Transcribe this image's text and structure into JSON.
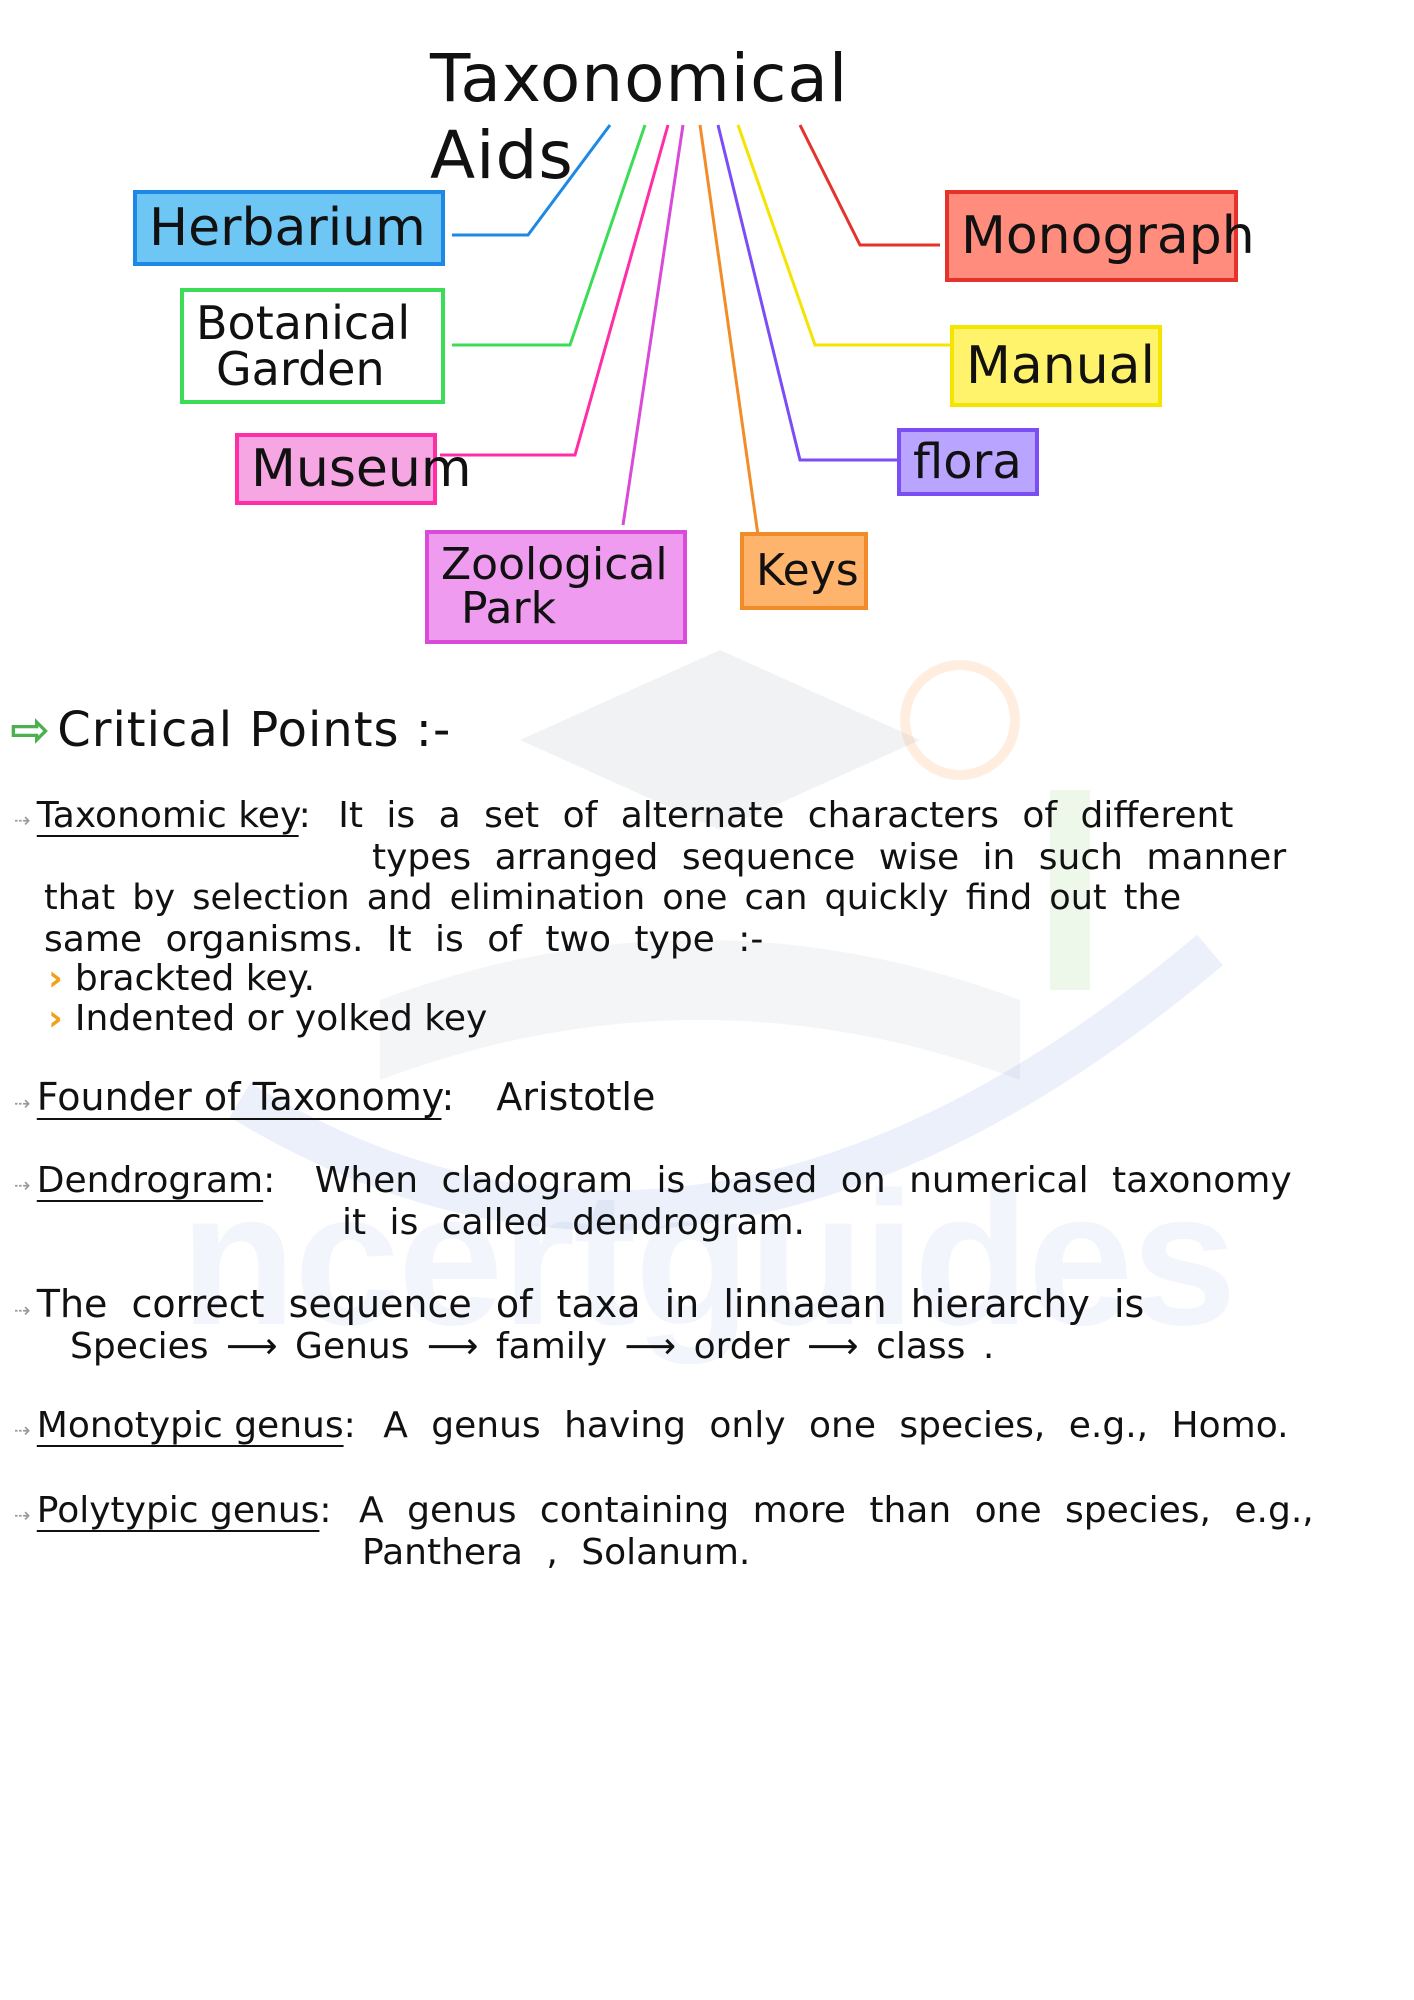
{
  "diagram": {
    "title": "Taxonomical Aids",
    "left_boxes": [
      {
        "label_line1": "Herbarium",
        "label_line2": "",
        "color": "#6ec6f5",
        "border": "#1e88e5"
      },
      {
        "label_line1": "Botanical",
        "label_line2": "Garden",
        "color": "#ffffff",
        "border": "#3ddc57"
      },
      {
        "label_line1": "Museum",
        "label_line2": "",
        "color": "#f6a6e2",
        "border": "#ff2ea6"
      },
      {
        "label_line1": "Zoological",
        "label_line2": "Park",
        "color": "#ef9cf0",
        "border": "#d94ad8"
      }
    ],
    "right_boxes": [
      {
        "label": "Keys",
        "color": "#ffb46e",
        "border": "#f28c28"
      },
      {
        "label": "flora",
        "color": "#b9a5ff",
        "border": "#7b4df5"
      },
      {
        "label": "Manual",
        "color": "#fff36b",
        "border": "#f5e400"
      },
      {
        "label": "Monograph",
        "color": "#ff8c7c",
        "border": "#e5322b"
      }
    ]
  },
  "critical": {
    "heading": "Critical Points :-",
    "taxonomic_key": {
      "term": "Taxonomic key",
      "sep": ":",
      "line1": "It is a set of alternate characters of different",
      "line2": "types arranged sequence wise in such manner",
      "line3": "that by selection and elimination one can quickly find out the",
      "line4": "same organisms. It is of two type :-",
      "types": [
        "brackted key.",
        "Indented or yolked key"
      ]
    },
    "founder": {
      "term": "Founder of Taxonomy",
      "sep": ":",
      "value": "Aristotle"
    },
    "dendrogram": {
      "term": "Dendrogram",
      "sep": ":",
      "line1": "When cladogram is based on numerical taxonomy",
      "line2": "it is called dendrogram."
    },
    "sequence": {
      "line1": "The correct sequence of taxa in linnaean hierarchy is",
      "line2": "Species ⟶ Genus ⟶ family ⟶ order ⟶ class ."
    },
    "monotypic": {
      "term": "Monotypic genus",
      "sep": ":",
      "value": "A genus having only one species, e.g., Homo."
    },
    "polytypic": {
      "term": "Polytypic genus",
      "sep": ":",
      "line1": "A genus containing more than one species, e.g.,",
      "line2": "Panthera , Solanum."
    }
  }
}
